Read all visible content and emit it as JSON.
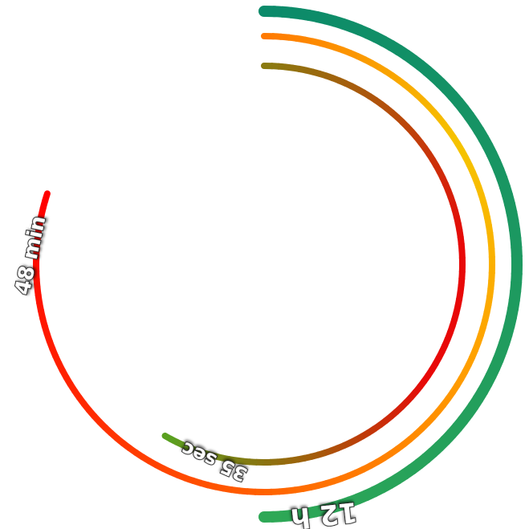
{
  "clock": {
    "rings": [
      {
        "id": "hours",
        "label": "12 h",
        "value": 12,
        "max": 24,
        "fraction": 0.5,
        "colors": [
          "#0b8a6a",
          "#2ea856"
        ]
      },
      {
        "id": "minutes",
        "label": "48 min",
        "value": 48,
        "max": 60,
        "fraction": 0.8,
        "colors": [
          "#ff7a00",
          "#f5c400",
          "#ffa000",
          "#ff6a00",
          "#ff2a00",
          "#ff0000"
        ]
      },
      {
        "id": "seconds",
        "label": "35 sec",
        "value": 35,
        "max": 60,
        "fraction": 0.5833,
        "colors": [
          "#8a7a10",
          "#b84a0a",
          "#e80808",
          "#e80808",
          "#a0600a",
          "#5aa020"
        ]
      }
    ]
  }
}
